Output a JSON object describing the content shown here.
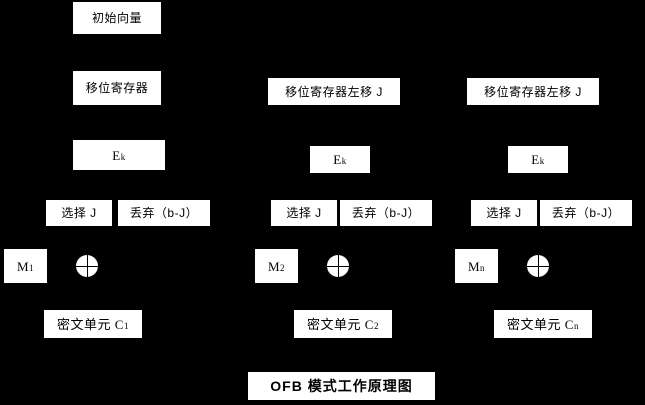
{
  "diagram": {
    "title": "OFB 模式工作原理图",
    "background_color": "#000000",
    "box_color": "#ffffff",
    "text_color": "#000000",
    "columns": [
      {
        "id": "column-1",
        "iv": "初始向量",
        "shift_register": "移位寄存器",
        "encrypt": "E",
        "encrypt_sub": "k",
        "select": "选择 J",
        "discard": "丢弃（b-J）",
        "plaintext": "M",
        "plaintext_sub": "1",
        "xor": "xor-symbol",
        "ciphertext": "密文单元 C",
        "ciphertext_sub": "1"
      },
      {
        "id": "column-2",
        "shift_register": "移位寄存器左移 J",
        "encrypt": "E",
        "encrypt_sub": "k",
        "select": "选择 J",
        "discard": "丢弃（b-J）",
        "plaintext": "M",
        "plaintext_sub": "2",
        "xor": "xor-symbol",
        "ciphertext": "密文单元 C",
        "ciphertext_sub": "2"
      },
      {
        "id": "column-3",
        "shift_register": "移位寄存器左移 J",
        "encrypt": "E",
        "encrypt_sub": "k",
        "select": "选择 J",
        "discard": "丢弃（b-J）",
        "plaintext": "M",
        "plaintext_sub": "n",
        "xor": "xor-symbol",
        "ciphertext": "密文单元 C",
        "ciphertext_sub": "n"
      }
    ]
  }
}
